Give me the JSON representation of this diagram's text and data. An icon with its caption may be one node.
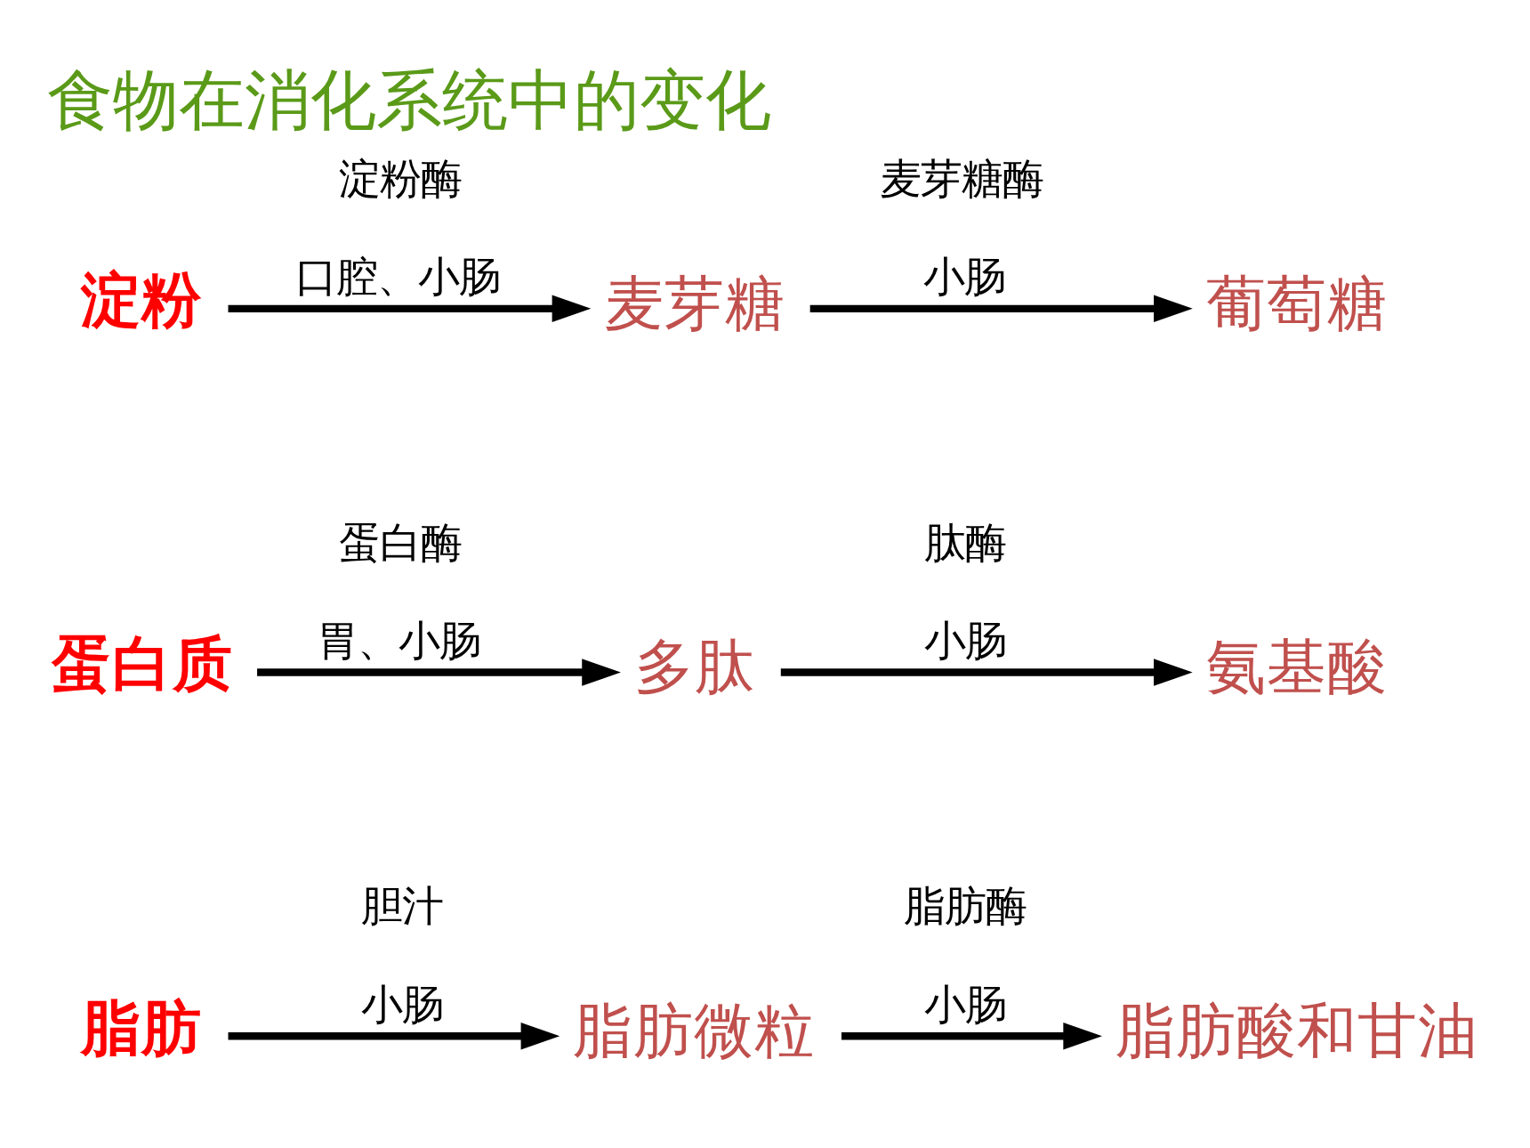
{
  "diagram": {
    "title": "食物在消化系统中的变化",
    "nodes": [
      {
        "text": [
          "淀粉"
        ]
      },
      {
        "text": [
          "麦芽糖"
        ]
      },
      {
        "text": [
          "葡萄糖"
        ]
      },
      {
        "text": [
          "蛋白质"
        ]
      },
      {
        "text": [
          "多肽"
        ]
      },
      {
        "text": [
          "氨基酸"
        ]
      },
      {
        "text": [
          "脂肪"
        ]
      },
      {
        "text": [
          "脂肪微粒"
        ]
      },
      {
        "text": [
          "脂肪酸和甘油"
        ]
      }
    ],
    "edges": [
      {
        "from": 0,
        "to": 1,
        "arrow": "to",
        "label": "淀粉酶"
      },
      {
        "from": 1,
        "to": 2,
        "arrow": "to",
        "label": "麦芽糖酶"
      },
      {
        "from": 3,
        "to": 4,
        "arrow": "to",
        "label": "蛋白酶"
      },
      {
        "from": 4,
        "to": 5,
        "arrow": "to",
        "label": "肽酶"
      },
      {
        "from": 6,
        "to": 7,
        "arrow": "to",
        "label": "胆汁"
      },
      {
        "from": 7,
        "to": 8,
        "arrow": "to",
        "label": "脂肪酶"
      }
    ],
    "labels": [
      "口腔、小肠",
      "小肠",
      "胃、小肠",
      "小肠",
      "小肠",
      "小肠"
    ]
  }
}
